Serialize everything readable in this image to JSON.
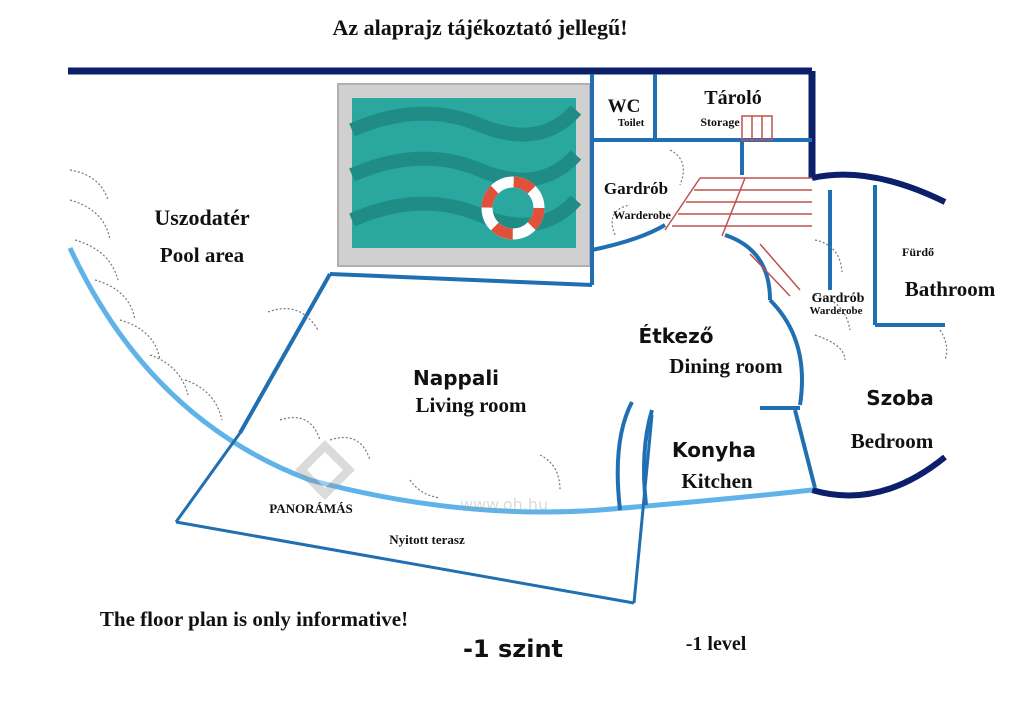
{
  "header": {
    "title": "Az alaprajz tájékoztató jellegű!"
  },
  "rooms": {
    "wc": {
      "name": "WC",
      "en": "Toilet"
    },
    "storage": {
      "name": "Tároló",
      "en": "Storage"
    },
    "wardrobe1": {
      "name": "Gardrób",
      "en": "Warderobe"
    },
    "wardrobe2": {
      "name": "Gardrób",
      "en": "Warderobe"
    },
    "pool": {
      "name": "Uszodatér",
      "en": "Pool area"
    },
    "bathroom": {
      "name": "Fürdő",
      "en": "Bathroom"
    },
    "dining": {
      "name": "Étkező",
      "en": "Dining room"
    },
    "living": {
      "name": "Nappali",
      "en": "Living room"
    },
    "bedroom": {
      "name": "Szoba",
      "en": "Bedroom"
    },
    "kitchen": {
      "name": "Konyha",
      "en": "Kitchen"
    },
    "panoramic": {
      "name": "PANORÁMÁS"
    },
    "terrace": {
      "name": "Nyitott terasz"
    }
  },
  "footer": {
    "note": "The floor plan is only informative!",
    "level_hu": "-1 szint",
    "level_en": "-1 level"
  },
  "colors": {
    "dark_wall": "#0b1f6b",
    "inner_wall": "#1f6fb2",
    "glass_wall": "#5fb3e8",
    "pool_water": "#2aa8a0",
    "pool_border": "#c8c8c8",
    "stairs": "#c0504d"
  },
  "icons": [
    "life-ring-icon",
    "door-swing-icon",
    "stairs-icon",
    "watermark-logo-icon"
  ]
}
